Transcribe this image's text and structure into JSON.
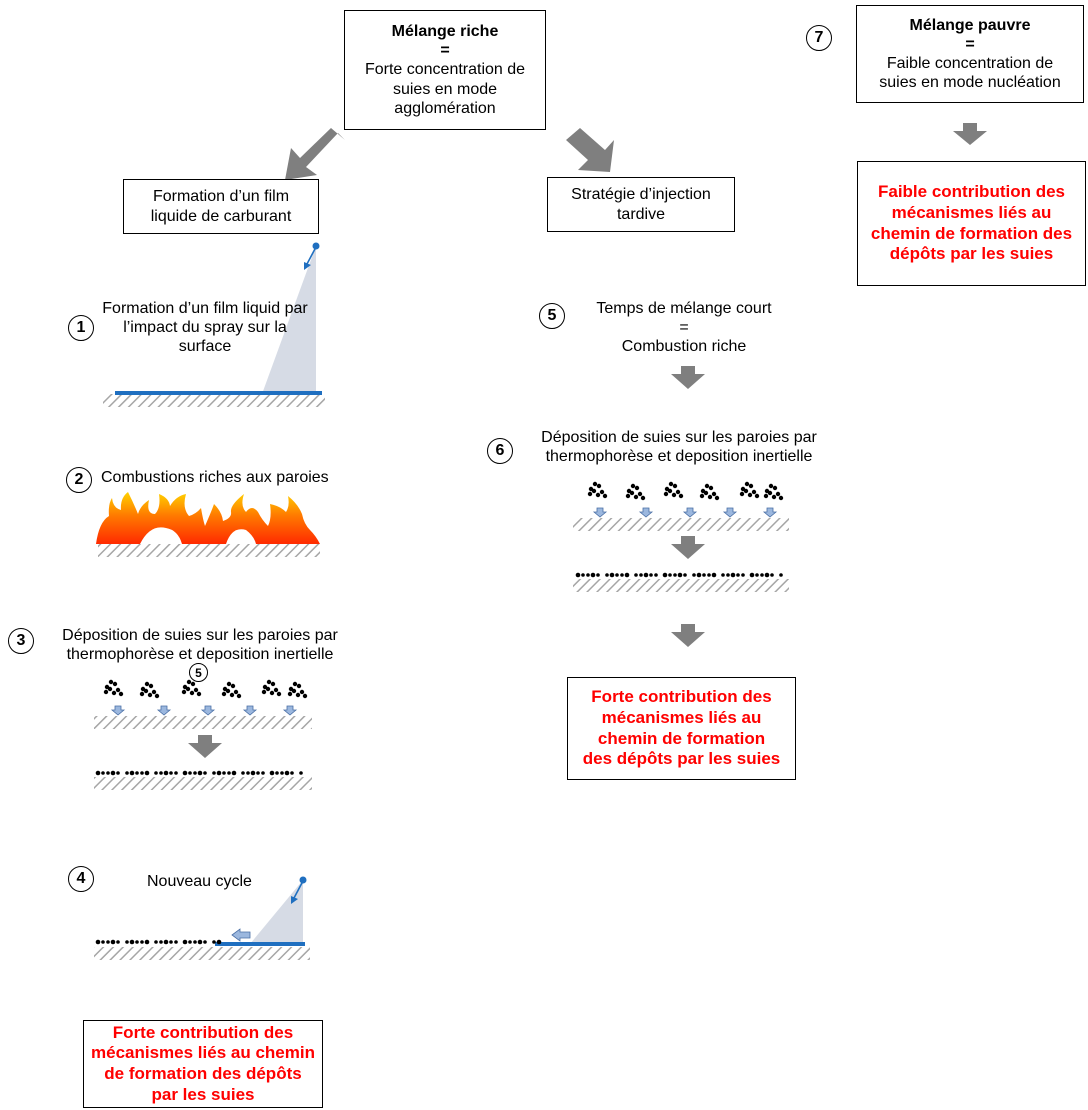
{
  "boxes": {
    "rich_mixture": {
      "title": "Mélange riche",
      "eq": "=",
      "text": "Forte concentration de suies en mode agglomération"
    },
    "lean_mixture": {
      "title": "Mélange pauvre",
      "eq": "=",
      "text": "Faible concentration de suies en mode nucléation"
    },
    "film_formation": {
      "text": "Formation d’un film liquide de carburant"
    },
    "late_injection": {
      "text": "Stratégie d’injection tardive"
    },
    "outcome_lean": {
      "text": "Faible contribution des mécanismes liés au chemin de formation des dépôts par les suies"
    },
    "outcome_right": {
      "text": "Forte contribution des mécanismes liés au chemin de formation des dépôts par les suies"
    },
    "outcome_left": {
      "text": "Forte contribution des mécanismes liés au chemin de formation des dépôts par les suies"
    }
  },
  "steps": {
    "s1": {
      "num": "1",
      "text": "Formation d’un film liquid par l’impact du spray sur la surface"
    },
    "s2": {
      "num": "2",
      "text": "Combustions riches aux paroies"
    },
    "s3": {
      "num": "3",
      "text": "Déposition de suies sur les paroies par thermophorèse et deposition inertielle",
      "overlay_num": "5"
    },
    "s4": {
      "num": "4",
      "text": "Nouveau cycle"
    },
    "s5": {
      "num": "5",
      "line1": "Temps de mélange court",
      "eq": "=",
      "line2": "Combustion riche"
    },
    "s6": {
      "num": "6",
      "text": "Déposition de suies sur les paroies par thermophorèse et deposition inertielle"
    },
    "s7": {
      "num": "7"
    }
  },
  "colors": {
    "arrow": "#7f7f7f",
    "outcome_text": "#ff0000",
    "film": "#1f6fc0",
    "spray": "#c8cfdc",
    "hatch": "#a6a6a6",
    "soot": "#000000",
    "small_arrow": "#9bb7de",
    "flame_outer": "#ff4500",
    "flame_inner": "#ffd200"
  }
}
